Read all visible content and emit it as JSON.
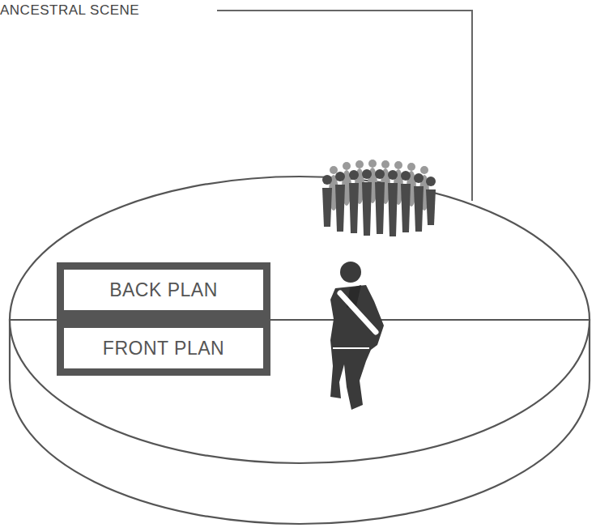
{
  "diagram": {
    "nodes": [
      {
        "text": [
          "BACK PLAN"
        ]
      },
      {
        "text": [
          "FRONT PLAN"
        ]
      }
    ],
    "labels": [
      "ANCESTRAL SCENE"
    ]
  }
}
